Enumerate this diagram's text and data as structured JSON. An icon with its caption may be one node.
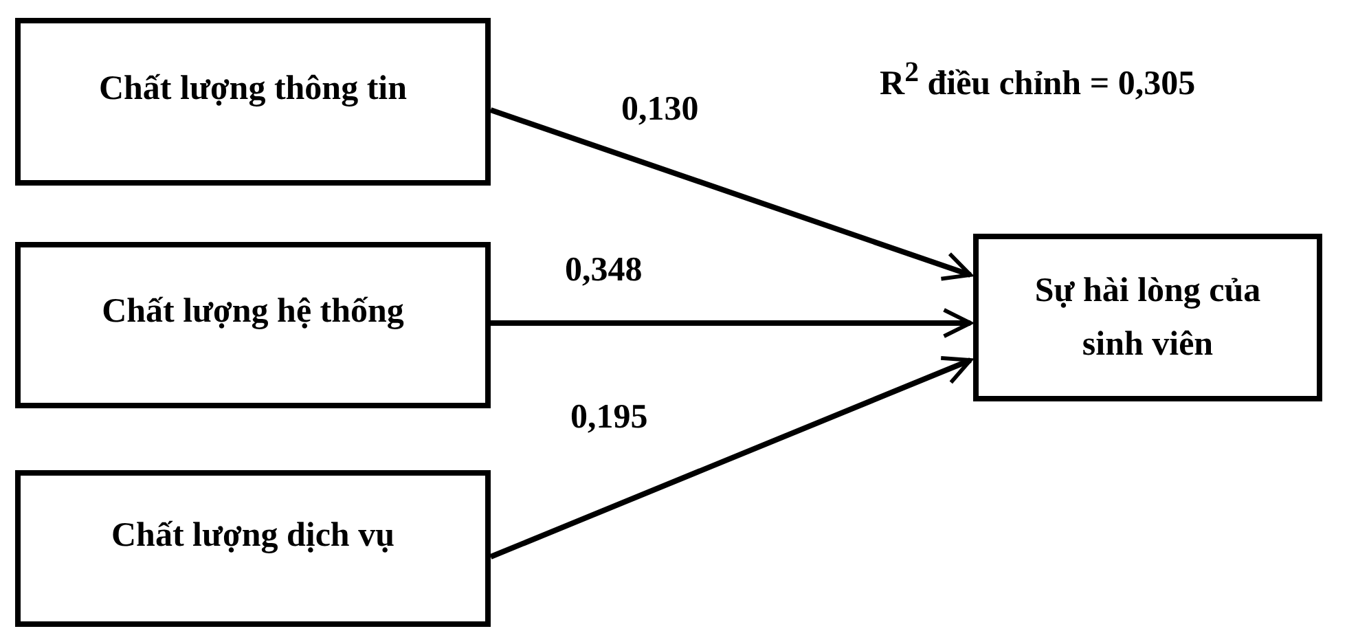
{
  "diagram": {
    "nodes": [
      {
        "text": [
          "Chất lượng thông tin"
        ]
      },
      {
        "text": [
          "Chất lượng hệ thống"
        ]
      },
      {
        "text": [
          "Chất lượng dịch vụ"
        ]
      },
      {
        "text": [
          "Sự hài lòng của sinh viên"
        ]
      }
    ],
    "edges": [
      {
        "from": 0,
        "to": 3,
        "arrow": "to",
        "label": "0,130"
      },
      {
        "from": 1,
        "to": 3,
        "arrow": "to",
        "label": "0,348"
      },
      {
        "from": 2,
        "to": 3,
        "arrow": "to",
        "label": "0,195"
      }
    ],
    "labels": [
      "R$^{2}$ điều chỉnh = 0,305"
    ]
  }
}
